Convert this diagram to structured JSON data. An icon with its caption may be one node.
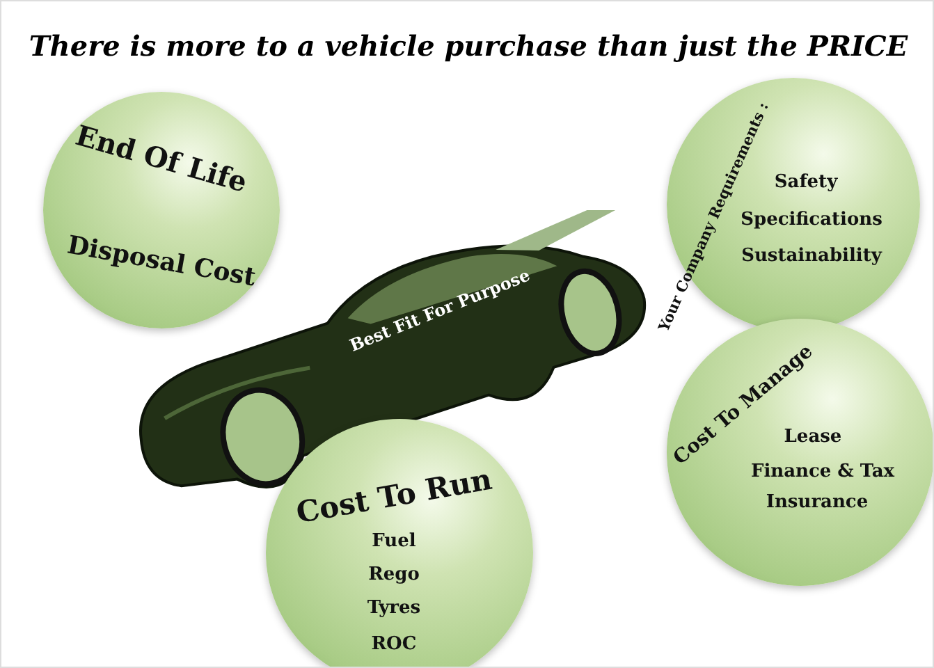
{
  "diagram": {
    "title": "There is more to a vehicle purchase than just the PRICE",
    "nodes": [
      {
        "text": [
          "End Of Life",
          "Disposal Cost"
        ]
      },
      {
        "text": [
          "Your Company Requirements :",
          "Safety",
          "Specifications",
          "Sustainability"
        ]
      },
      {
        "text": [
          "Best Fit For Purpose"
        ]
      },
      {
        "text": [
          "Cost To Manage",
          "Lease",
          "Finance & Tax",
          "Insurance"
        ]
      },
      {
        "text": [
          "Cost To Run",
          "Fuel",
          "Rego",
          "Tyres",
          "ROC"
        ]
      }
    ]
  }
}
